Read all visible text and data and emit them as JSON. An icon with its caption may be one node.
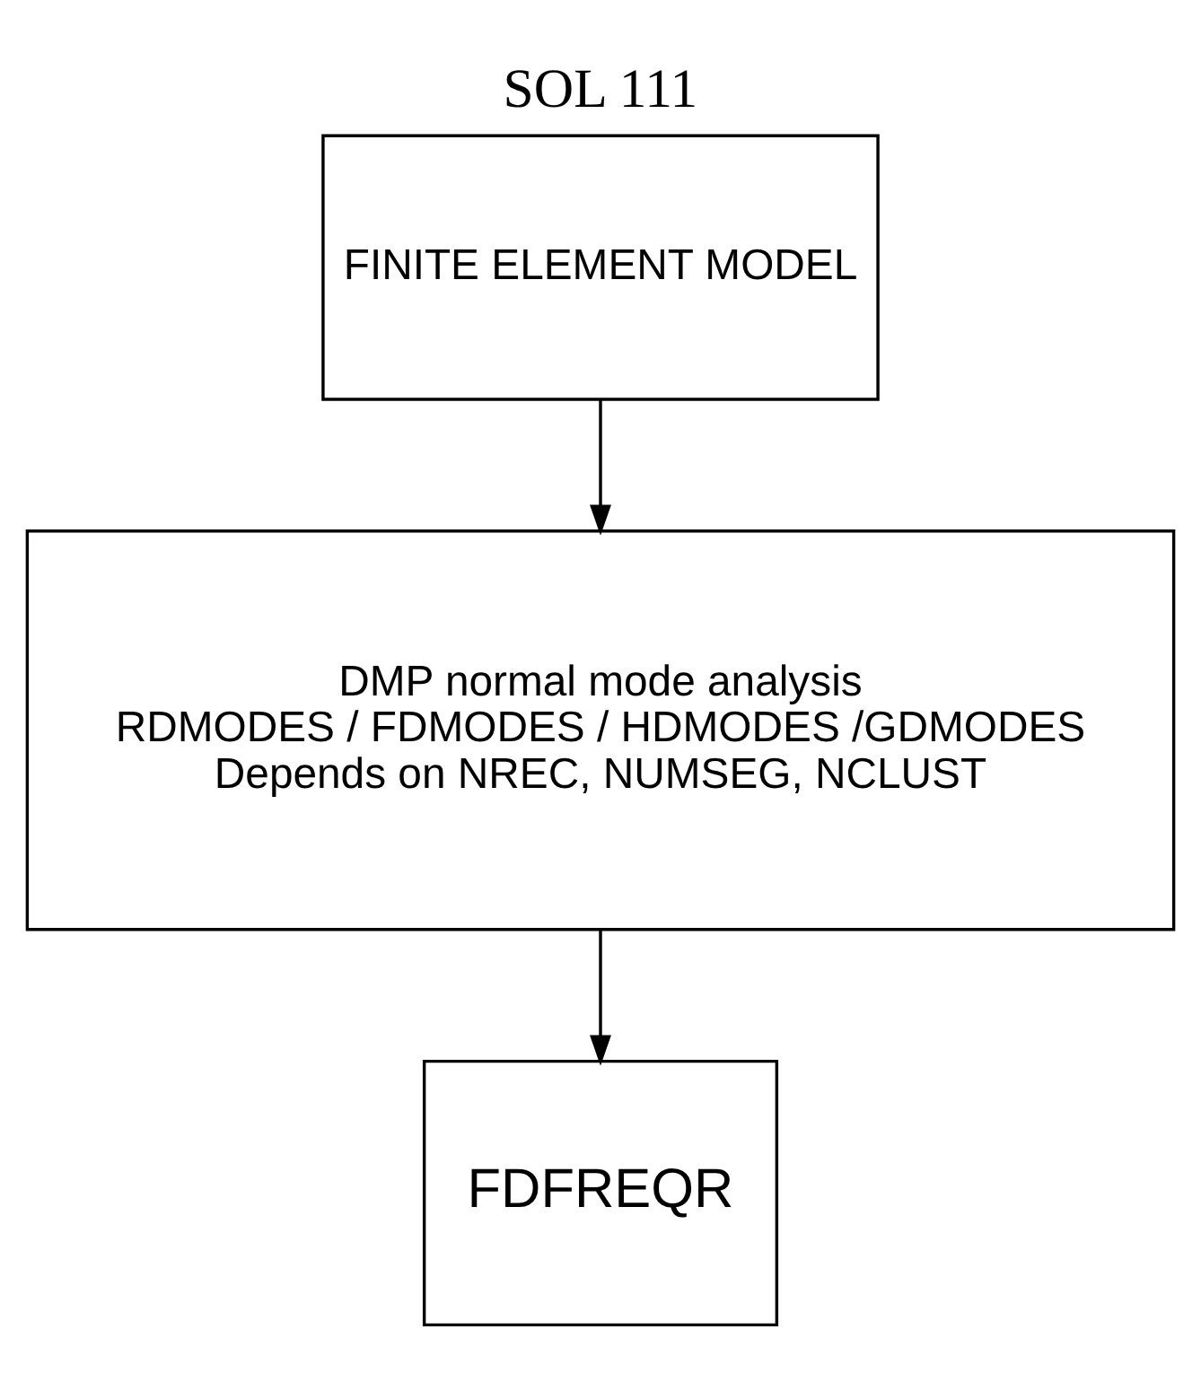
{
  "diagram": {
    "title": "SOL 111",
    "nodes": [
      {
        "text": [
          "FINITE ELEMENT MODEL"
        ]
      },
      {
        "text": [
          "DMP normal mode analysis",
          "RDMODES / FDMODES / HDMODES /GDMODES",
          "Depends on NREC, NUMSEG, NCLUST"
        ]
      },
      {
        "text": [
          "FDFREQR"
        ]
      }
    ],
    "edges": [
      {
        "from": 0,
        "to": 1,
        "arrow": "to"
      },
      {
        "from": 1,
        "to": 2,
        "arrow": "to"
      }
    ]
  }
}
